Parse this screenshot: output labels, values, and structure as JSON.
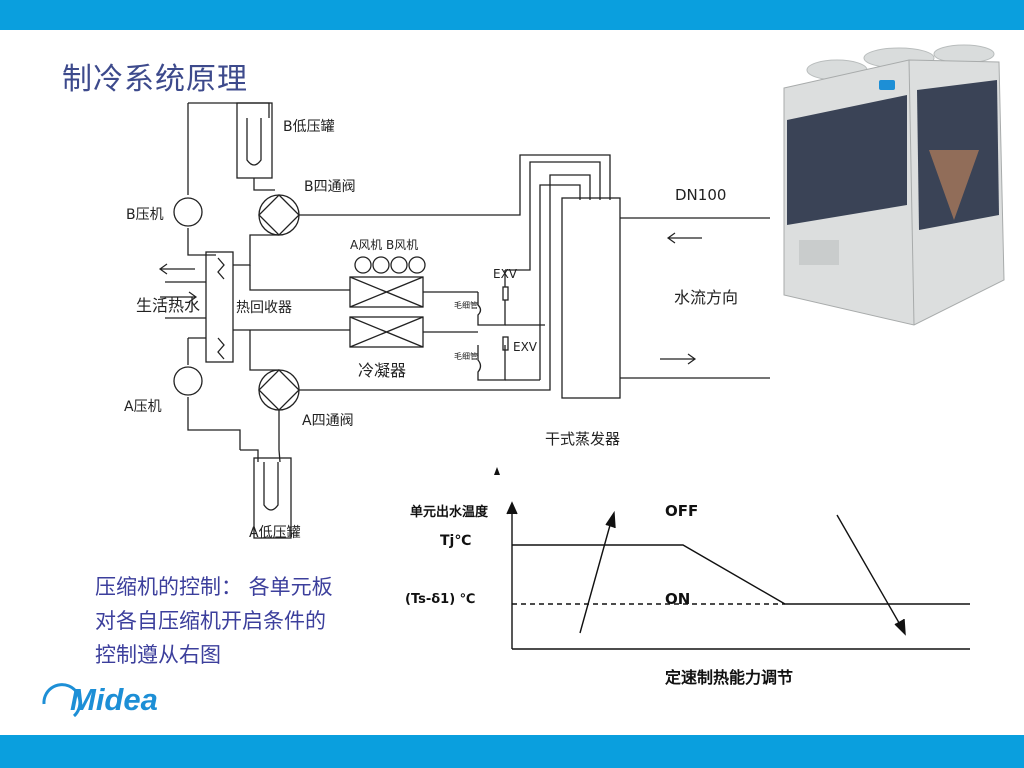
{
  "slide": {
    "title": "制冷系统原理",
    "description_lines": [
      "压缩机的控制： 各单元板",
      "对各自压缩机开启条件的",
      "控制遵从右图"
    ]
  },
  "schematic": {
    "b_low_tank": "B低压罐",
    "b_four_way": "B四通阀",
    "b_compressor": "B压机",
    "fans": "A风机  B风机",
    "exv_top": "EXV",
    "exv_bottom": "EXV",
    "capillary": "毛细管",
    "domestic_hot_water": "生活热水",
    "heat_recovery": "热回收器",
    "condenser": "冷凝器",
    "a_compressor": "A压机",
    "a_four_way": "A四通阀",
    "a_low_tank": "A低压罐",
    "evaporator": "干式蒸发器",
    "pipe_size": "DN100",
    "water_flow": "水流方向"
  },
  "chart_data": {
    "type": "line",
    "title": "定速制热能力调节",
    "ylabel": "单元出水温度",
    "y_levels": [
      "Tj℃",
      "(Ts-δ1) ℃"
    ],
    "annotations": [
      "OFF",
      "ON"
    ]
  },
  "logo": {
    "brand": "Midea"
  },
  "colors": {
    "accent_bar": "#0a9fde",
    "title": "#3d4a8c",
    "body_text": "#3c3f9c",
    "logo": "#1d8fd6"
  }
}
